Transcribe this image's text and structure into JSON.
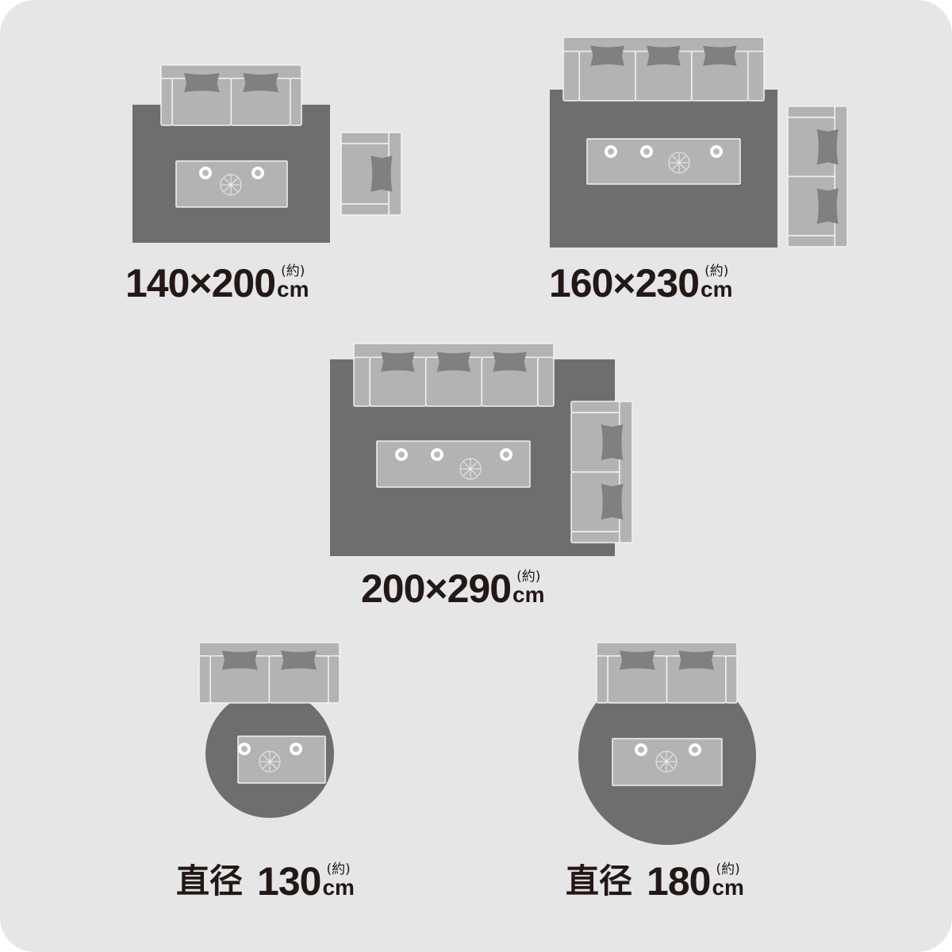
{
  "colors": {
    "background": "#e6e6e8",
    "rug": "#6e6e6e",
    "furniture": "#b3b3b3",
    "cushion": "#808080",
    "text": "#231815"
  },
  "rugs": [
    {
      "shape": "rectangle",
      "prefix": "",
      "size": "140×200",
      "approx": "(約)",
      "unit": "cm"
    },
    {
      "shape": "rectangle",
      "prefix": "",
      "size": "160×230",
      "approx": "(約)",
      "unit": "cm"
    },
    {
      "shape": "rectangle",
      "prefix": "",
      "size": "200×290",
      "approx": "(約)",
      "unit": "cm"
    },
    {
      "shape": "round",
      "prefix": "直径",
      "size": "130",
      "approx": "(約)",
      "unit": "cm"
    },
    {
      "shape": "round",
      "prefix": "直径",
      "size": "180",
      "approx": "(約)",
      "unit": "cm"
    }
  ]
}
